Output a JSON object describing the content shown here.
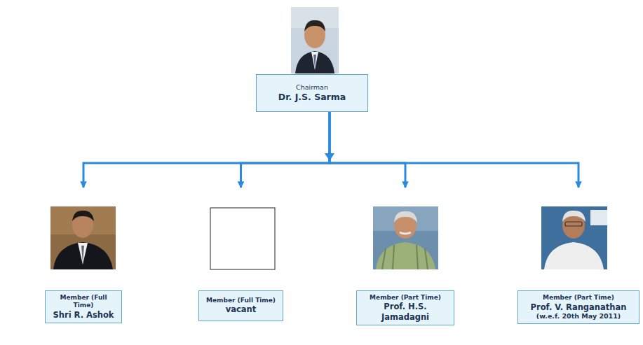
{
  "diagram": {
    "nodes": [
      {
        "text": [
          "Chairman",
          "Dr. J.S. Sarma"
        ]
      },
      {
        "text": [
          "Member (Full Time)",
          "Shri R. Ashok"
        ]
      },
      {
        "text": [
          "Member (Full Time)",
          "vacant"
        ]
      },
      {
        "text": [
          "Member (Part Time)",
          "Prof. H.S. Jamadagni"
        ]
      },
      {
        "text": [
          "Member (Part Time)",
          "Prof. V. Ranganathan",
          "(w.e.f. 20th May 2011)"
        ]
      }
    ],
    "edges": [
      {
        "from": 0,
        "to": 1,
        "arrow": "to"
      },
      {
        "from": 0,
        "to": 2,
        "arrow": "to"
      },
      {
        "from": 0,
        "to": 3,
        "arrow": "to"
      },
      {
        "from": 0,
        "to": 4,
        "arrow": "to"
      }
    ]
  }
}
